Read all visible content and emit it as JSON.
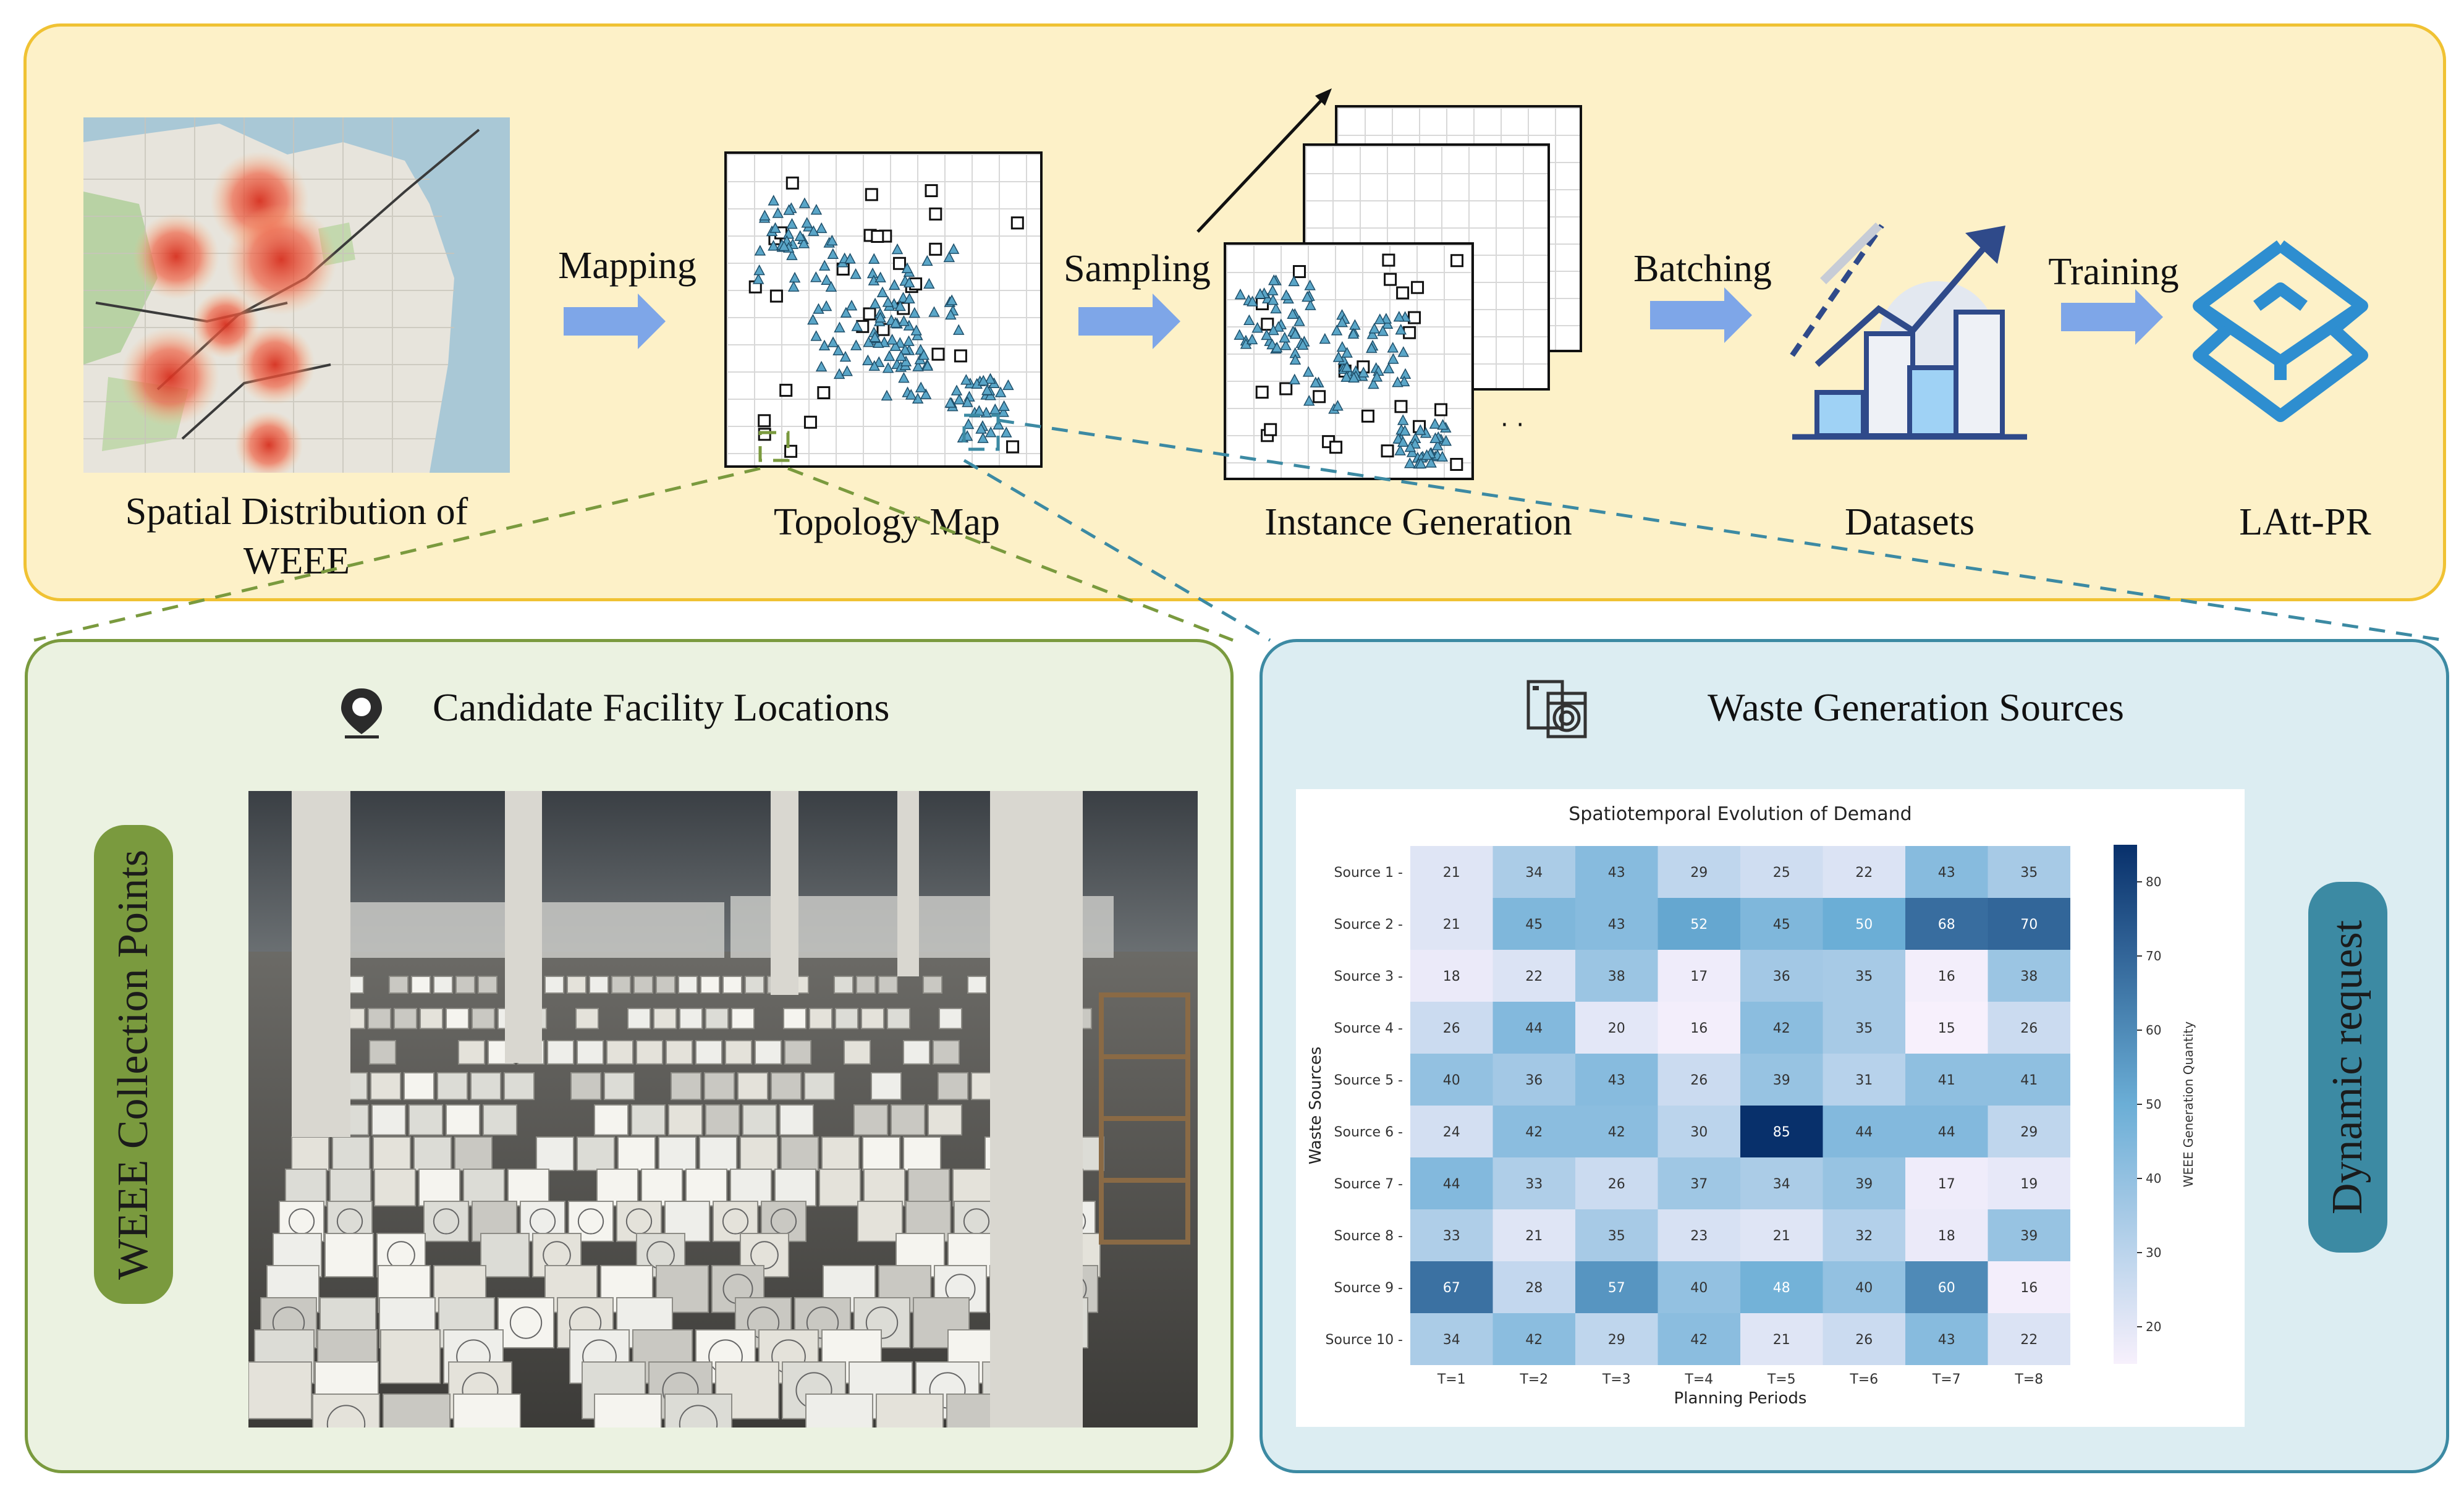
{
  "top_panel": {
    "captions": {
      "spatial": [
        "Spatial Distribution of",
        "WEEE"
      ],
      "topology": "Topology Map",
      "instance": "Instance Generation",
      "datasets": "Datasets",
      "model": "LAtt-PR"
    },
    "steps": [
      "Mapping",
      "Sampling",
      "Batching",
      "Training"
    ],
    "ellipsis": "·  ·"
  },
  "left_panel": {
    "title": "Candidate Facility Locations",
    "side_label": "WEEE Collection Points",
    "icon": "location-pin-icon",
    "colors": {
      "border": "#7a9a3e",
      "pill": "#7a9a3e"
    }
  },
  "right_panel": {
    "title": "Waste Generation Sources",
    "side_label": "Dynamic request",
    "icon": "washing-machine-icon",
    "colors": {
      "border": "#3c8aa3",
      "pill": "#3c8aa3"
    }
  },
  "chart_data": {
    "type": "heatmap",
    "title": "Spatiotemporal Evolution of Demand",
    "xlabel": "Planning Periods",
    "ylabel": "Waste Sources",
    "colorbar_label": "WEEE Generation Quantity",
    "colorbar_ticks": [
      20,
      30,
      40,
      50,
      60,
      70,
      80
    ],
    "value_range": [
      15,
      85
    ],
    "colormap": "Blues",
    "x": [
      "T=1",
      "T=2",
      "T=3",
      "T=4",
      "T=5",
      "T=6",
      "T=7",
      "T=8"
    ],
    "y": [
      "Source 1",
      "Source 2",
      "Source 3",
      "Source 4",
      "Source 5",
      "Source 6",
      "Source 7",
      "Source 8",
      "Source 9",
      "Source 10"
    ],
    "values": [
      [
        21,
        34,
        43,
        29,
        25,
        22,
        43,
        35
      ],
      [
        21,
        45,
        43,
        52,
        45,
        50,
        68,
        70
      ],
      [
        18,
        22,
        38,
        17,
        36,
        35,
        16,
        38
      ],
      [
        26,
        44,
        20,
        16,
        42,
        35,
        15,
        26
      ],
      [
        40,
        36,
        43,
        26,
        39,
        31,
        41,
        41
      ],
      [
        24,
        42,
        42,
        30,
        85,
        44,
        44,
        29
      ],
      [
        44,
        33,
        26,
        37,
        34,
        39,
        17,
        19
      ],
      [
        33,
        21,
        35,
        23,
        21,
        32,
        18,
        39
      ],
      [
        67,
        28,
        57,
        40,
        48,
        40,
        60,
        16
      ],
      [
        34,
        42,
        29,
        42,
        21,
        26,
        43,
        22
      ]
    ]
  }
}
